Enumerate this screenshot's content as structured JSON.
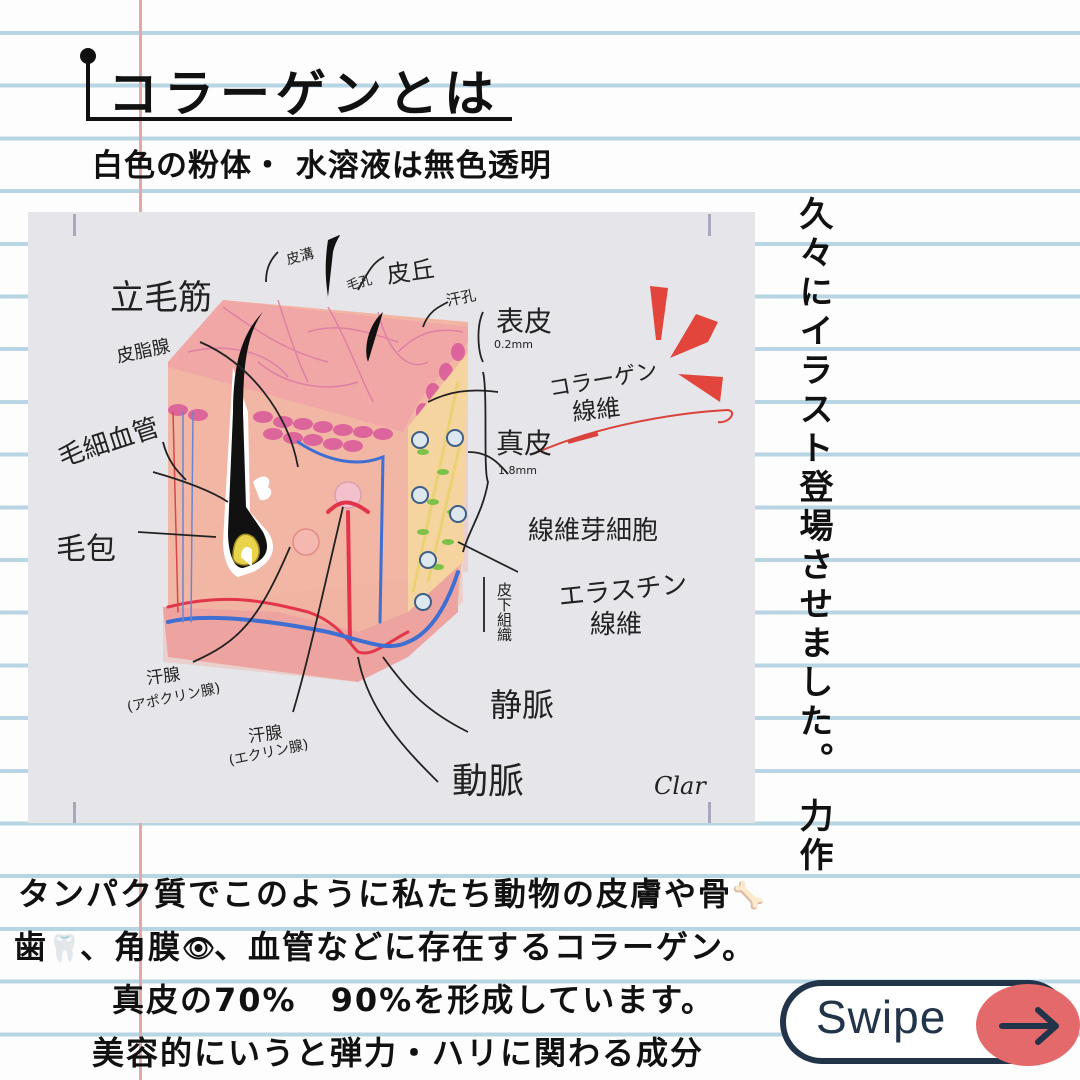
{
  "page": {
    "colors": {
      "ruled_line": "#b7d5e3",
      "margin_line": "#e3a7a7",
      "illustration_bg": "#e6e6ea",
      "swipe_border": "#22344a",
      "swipe_accent": "#e4696a"
    }
  },
  "header": {
    "title": "コラーゲンとは",
    "subtitle": "白色の粉体・ 水溶液は無色透明"
  },
  "illustration": {
    "labels": {
      "arrector_pili": "立毛筋",
      "sulcus": "皮溝",
      "pore": "毛孔",
      "crista": "皮丘",
      "sweat_pore": "汗孔",
      "sebaceous": "皮脂腺",
      "capillary": "毛細血管",
      "follicle": "毛包",
      "epidermis": "表皮",
      "epidermis_depth": "0.2mm",
      "collagen": "コラーゲン",
      "collagen_2": "線維",
      "dermis": "真皮",
      "dermis_depth": "1.8mm",
      "fibroblast": "線維芽細胞",
      "elastin": "エラスチン",
      "elastin_2": "線維",
      "subcutis": "皮下組織",
      "apocrine": "汗腺",
      "apocrine_sub": "(アポクリン腺)",
      "eccrine": "汗腺",
      "eccrine_sub": "(エクリン腺)",
      "vein": "静脈",
      "artery": "動脈",
      "signature": "Clar"
    }
  },
  "side_note": {
    "text": "久々にイラスト登場させました。 力作"
  },
  "body": {
    "line1": "タンパク質でこのように私たち動物の皮膚や骨",
    "line1_emoji": "🦴",
    "line2_a": "歯",
    "line2_emoji_tooth": "🦷",
    "line2_b": "、角膜",
    "line2_emoji_eye": "👁",
    "line2_c": "、血管などに存在するコラーゲン。",
    "line3": "真皮の70%　90%を形成しています。",
    "line4": "美容的にいうと弾力・ハリに関わる成分"
  },
  "swipe": {
    "label": "Swipe",
    "icon": "arrow-right-icon"
  }
}
